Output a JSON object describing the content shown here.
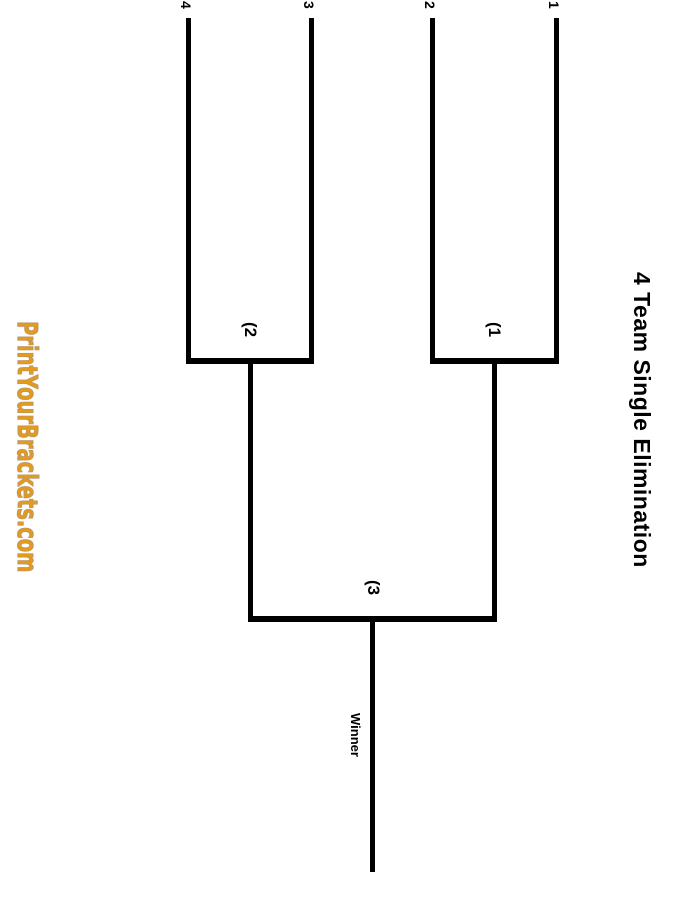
{
  "page": {
    "title": "4 Team Single Elimination",
    "watermark": "PrintYourBrackets.com",
    "background_color": "#ffffff",
    "line_color": "#000000",
    "watermark_color": "#E49B1A"
  },
  "bracket": {
    "type": "single-elimination",
    "team_count": 4,
    "rounds": 2,
    "orientation": "rotated-90-clockwise",
    "seeds": [
      {
        "label": "4",
        "position": "slot-1"
      },
      {
        "label": "3",
        "position": "slot-2"
      },
      {
        "label": "2",
        "position": "slot-3"
      },
      {
        "label": "1",
        "position": "slot-4"
      }
    ],
    "games": [
      {
        "label": "(2",
        "round": 1,
        "name": "semifinal-left"
      },
      {
        "label": "(1",
        "round": 1,
        "name": "semifinal-right"
      },
      {
        "label": "(3",
        "round": 2,
        "name": "championship"
      }
    ],
    "winner": {
      "label": "Winner"
    }
  }
}
